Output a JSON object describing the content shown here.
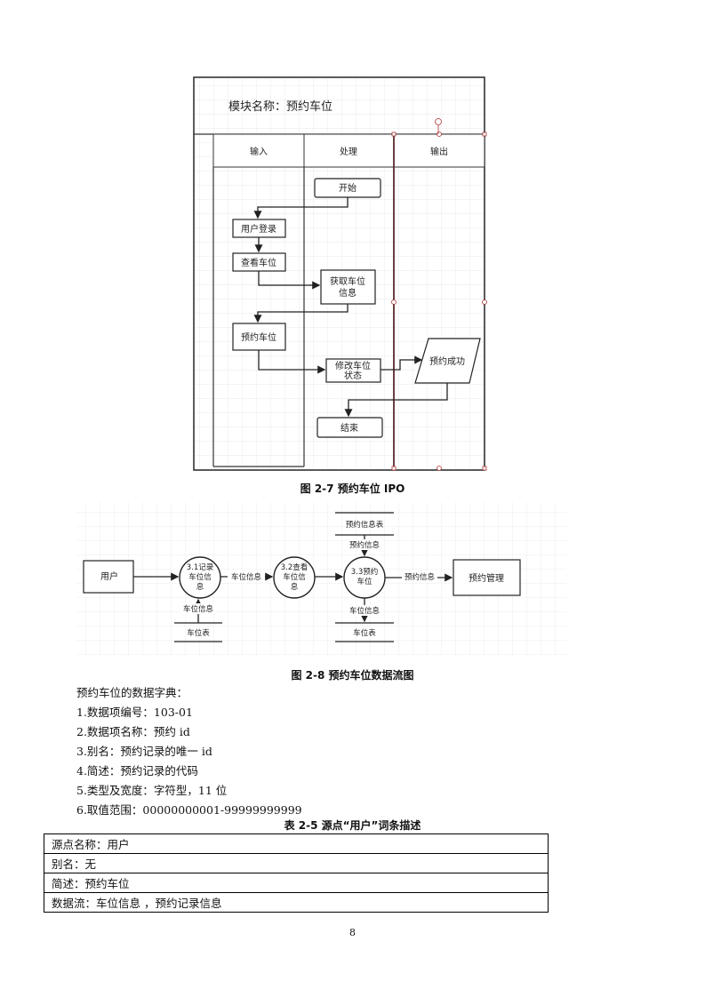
{
  "figure1": {
    "module_title": "模块名称：预约车位",
    "columns": [
      "输入",
      "处理",
      "输出"
    ],
    "steps": {
      "start": "开始",
      "login": "用户登录",
      "view": "查看车位",
      "fetch_line1": "获取车位",
      "fetch_line2": "信息",
      "reserve": "预约车位",
      "modify_line1": "修改车位",
      "modify_line2": "状态",
      "success": "预约成功",
      "end": "结束"
    },
    "caption": "图 2-7 预约车位 IPO"
  },
  "figure2": {
    "user": "用户",
    "p1": [
      "3.1记录",
      "车位信",
      "息"
    ],
    "p2": [
      "3.2查看",
      "车位信",
      "息"
    ],
    "p3": [
      "3.3预约",
      "车位"
    ],
    "flow_parking_info": "车位信息",
    "flow_reserve_info": "预约信息",
    "store_reserve": "预约信息表",
    "store_parking": "车位表",
    "sink": "预约管理",
    "caption": "图 2-8 预约车位数据流图"
  },
  "dictionary": {
    "intro": "预约车位的数据字典：",
    "items": [
      "1.数据项编号：103-01",
      "2.数据项名称：预约 id",
      "3.别名：预约记录的唯一 id",
      "4.简述：预约记录的代码",
      "5.类型及宽度：字符型，11 位",
      "6.取值范围：00000000001-99999999999"
    ]
  },
  "table": {
    "caption": "表 2-5 源点“用户”词条描述",
    "rows": [
      "源点名称：用户",
      "别名：无",
      "简述：预约车位",
      "数据流：车位信息 ，预约记录信息"
    ]
  },
  "page_number": "8"
}
